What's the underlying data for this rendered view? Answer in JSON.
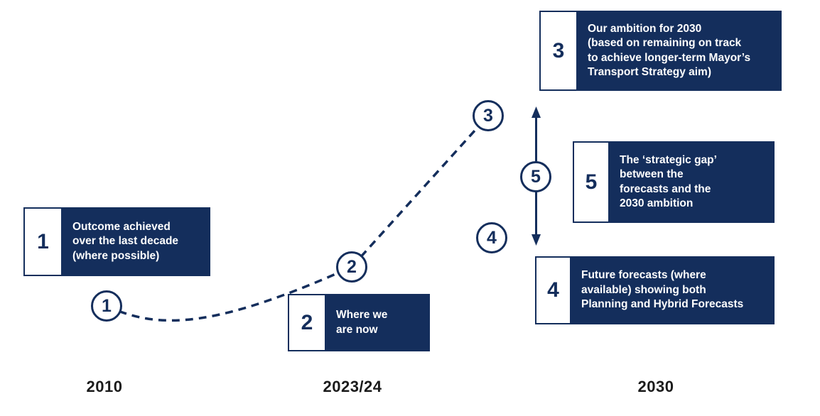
{
  "palette": {
    "navy": "#142e5c",
    "background": "#ffffff",
    "label_text": "#1b1b1b"
  },
  "boxes": [
    {
      "number": "1",
      "text": "Outcome achieved\nover the last decade\n(where possible)"
    },
    {
      "number": "2",
      "text": "Where we\nare now"
    },
    {
      "number": "3",
      "text": "Our ambition for 2030\n(based on remaining on track\nto achieve longer-term Mayor’s\nTransport Strategy aim)"
    },
    {
      "number": "4",
      "text": "Future forecasts (where\navailable) showing both\nPlanning and Hybrid Forecasts"
    },
    {
      "number": "5",
      "text": "The ‘strategic gap’\nbetween the\nforecasts and the\n2030 ambition"
    }
  ],
  "circles": [
    {
      "label": "1"
    },
    {
      "label": "2"
    },
    {
      "label": "3"
    },
    {
      "label": "4"
    },
    {
      "label": "5"
    }
  ],
  "axis": {
    "labels": [
      "2010",
      "2023/24",
      "2030"
    ]
  }
}
